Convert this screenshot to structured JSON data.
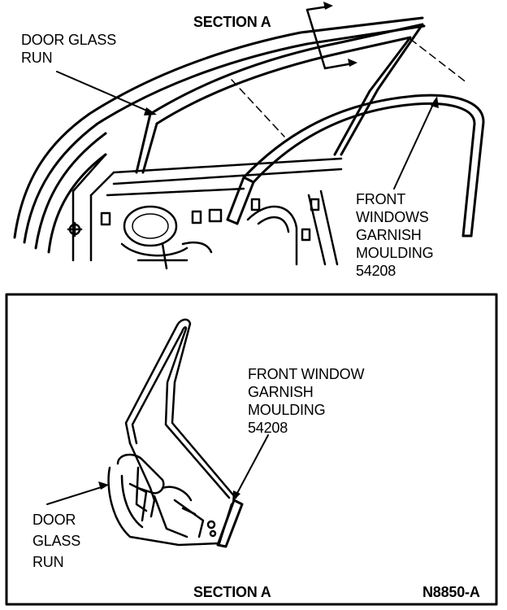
{
  "top_view": {
    "section_title": "SECTION A",
    "door_glass_run": [
      "DOOR GLASS",
      "RUN"
    ],
    "garnish_moulding": [
      "FRONT",
      "WINDOWS",
      "GARNISH",
      "MOULDING",
      "54208"
    ]
  },
  "section_view": {
    "garnish_moulding": [
      "FRONT WINDOW",
      "GARNISH",
      "MOULDING",
      "54208"
    ],
    "door_glass_run": [
      "DOOR",
      "GLASS",
      "RUN"
    ],
    "section_caption": "SECTION A"
  },
  "figure_code": "N8850-A"
}
